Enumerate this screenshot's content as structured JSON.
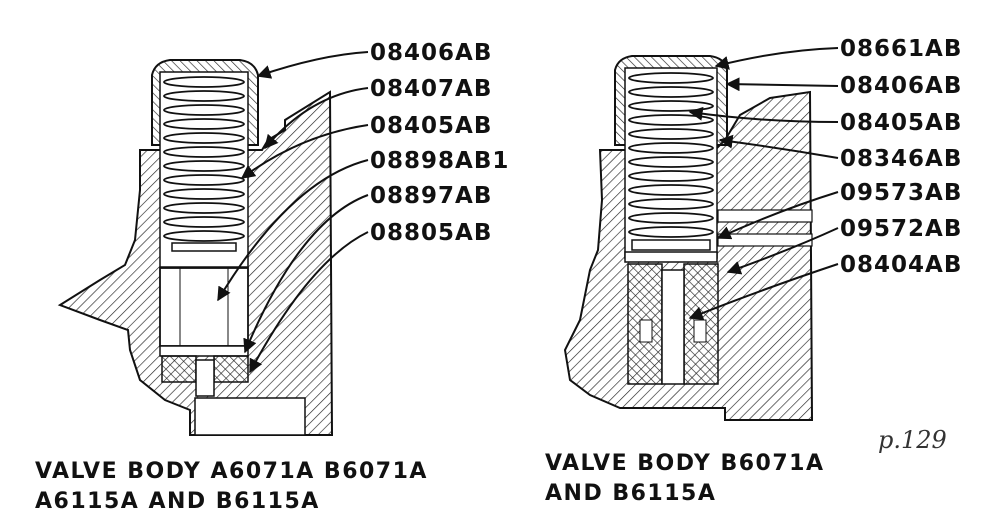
{
  "left_assembly": {
    "part_numbers": [
      "08406AB",
      "08407AB",
      "08405AB",
      "08898AB1",
      "08897AB",
      "08805AB"
    ],
    "caption_line1": "VALVE BODY A6071A  B6071A",
    "caption_line2": "A6115A AND B6115A"
  },
  "right_assembly": {
    "part_numbers": [
      "08661AB",
      "08406AB",
      "08405AB",
      "08346AB",
      "09573AB",
      "09572AB",
      "08404AB"
    ],
    "caption_line1": "VALVE BODY B6071A",
    "caption_line2": "AND B6115A"
  },
  "page_note": "p.129",
  "colors": {
    "ink": "#111111",
    "paper": "#ffffff"
  }
}
